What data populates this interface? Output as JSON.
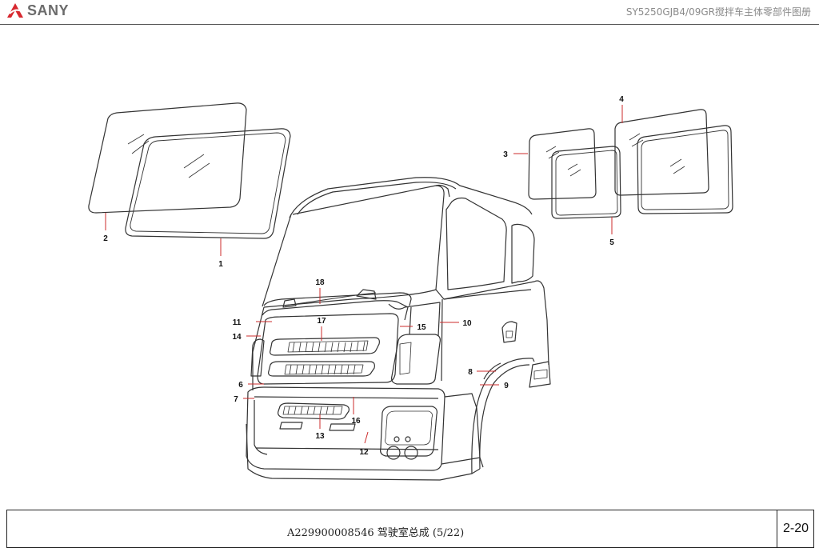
{
  "header": {
    "brand": "SANY",
    "document_title": "SY5250GJB4/09GR搅拌车主体零部件图册"
  },
  "drawing": {
    "callouts": [
      "1",
      "2",
      "3",
      "4",
      "5",
      "6",
      "7",
      "8",
      "9",
      "10",
      "11",
      "12",
      "13",
      "14",
      "15",
      "16",
      "17",
      "18"
    ]
  },
  "footer": {
    "assembly_title": "A229900008546 驾驶室总成 (5/22)",
    "page_number": "2-20"
  },
  "colors": {
    "brand_red": "#d7282f",
    "leader_red": "#cc2b2b",
    "line": "#333333"
  }
}
